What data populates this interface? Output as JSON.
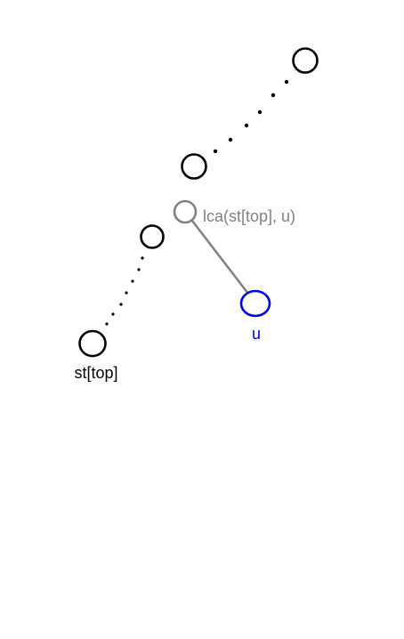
{
  "diagram": {
    "labels": {
      "lca": "lca(st[top], u)",
      "u": "u",
      "st_top": "st[top]"
    },
    "colors": {
      "node": "#000000",
      "lca": "#808080",
      "u": "#0000e6",
      "edge": "#808080",
      "background": "#ffffff"
    }
  }
}
